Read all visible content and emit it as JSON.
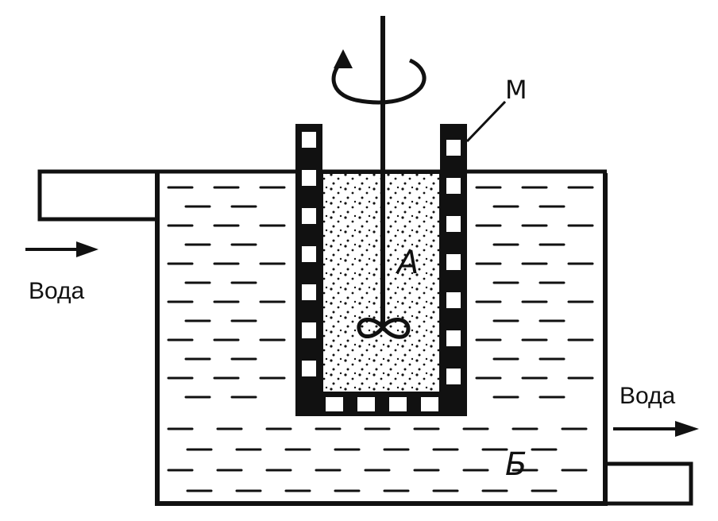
{
  "labels": {
    "water_in": "Вода",
    "water_out": "Вода",
    "inner_vessel": "А",
    "outer_bath": "Б",
    "membrane": "М"
  },
  "colors": {
    "ink": "#111111",
    "paper": "#ffffff"
  }
}
